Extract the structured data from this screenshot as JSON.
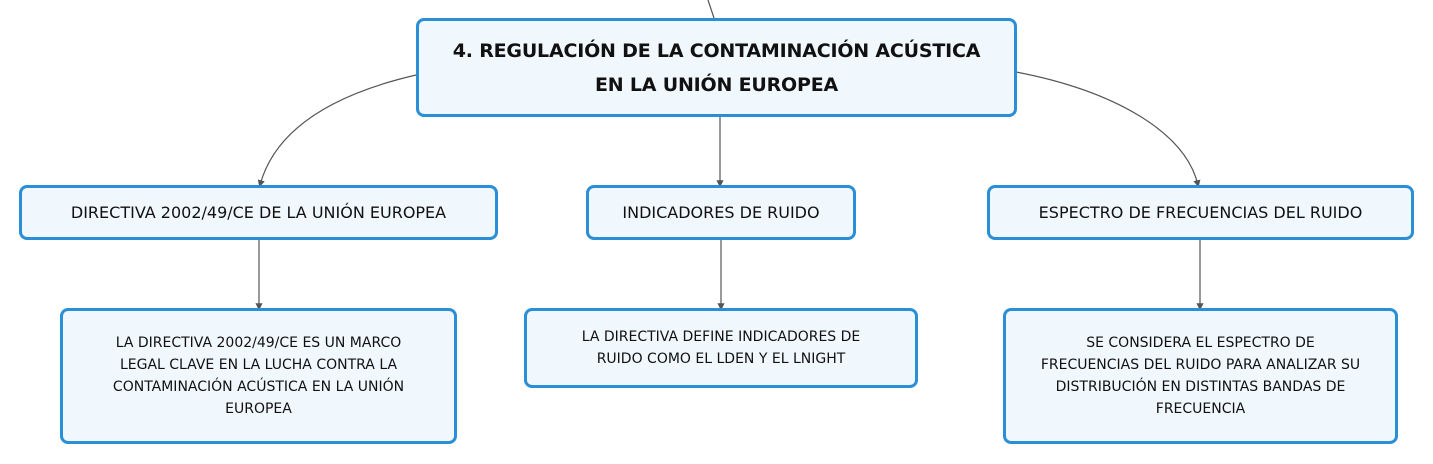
{
  "colors": {
    "border": "#2a8fd6",
    "fill": "#f0f7fd",
    "edge": "#555555",
    "text": "#111111"
  },
  "root": {
    "line1": "4. REGULACIÓN DE LA CONTAMINACIÓN ACÚSTICA",
    "line2": "EN LA UNIÓN EUROPEA"
  },
  "topics": [
    {
      "label": "DIRECTIVA 2002/49/CE DE LA UNIÓN EUROPEA",
      "detail": [
        "LA DIRECTIVA 2002/49/CE ES UN MARCO",
        "LEGAL CLAVE EN LA LUCHA CONTRA LA",
        "CONTAMINACIÓN ACÚSTICA EN LA UNIÓN",
        "EUROPEA"
      ]
    },
    {
      "label": "INDICADORES DE RUIDO",
      "detail": [
        "LA DIRECTIVA DEFINE INDICADORES DE",
        "RUIDO COMO EL LDEN Y EL LNIGHT"
      ]
    },
    {
      "label": "ESPECTRO DE FRECUENCIAS DEL RUIDO",
      "detail": [
        "SE CONSIDERA EL ESPECTRO DE",
        "FRECUENCIAS DEL RUIDO PARA ANALIZAR SU",
        "DISTRIBUCIÓN EN DISTINTAS BANDAS DE",
        "FRECUENCIA"
      ]
    }
  ]
}
